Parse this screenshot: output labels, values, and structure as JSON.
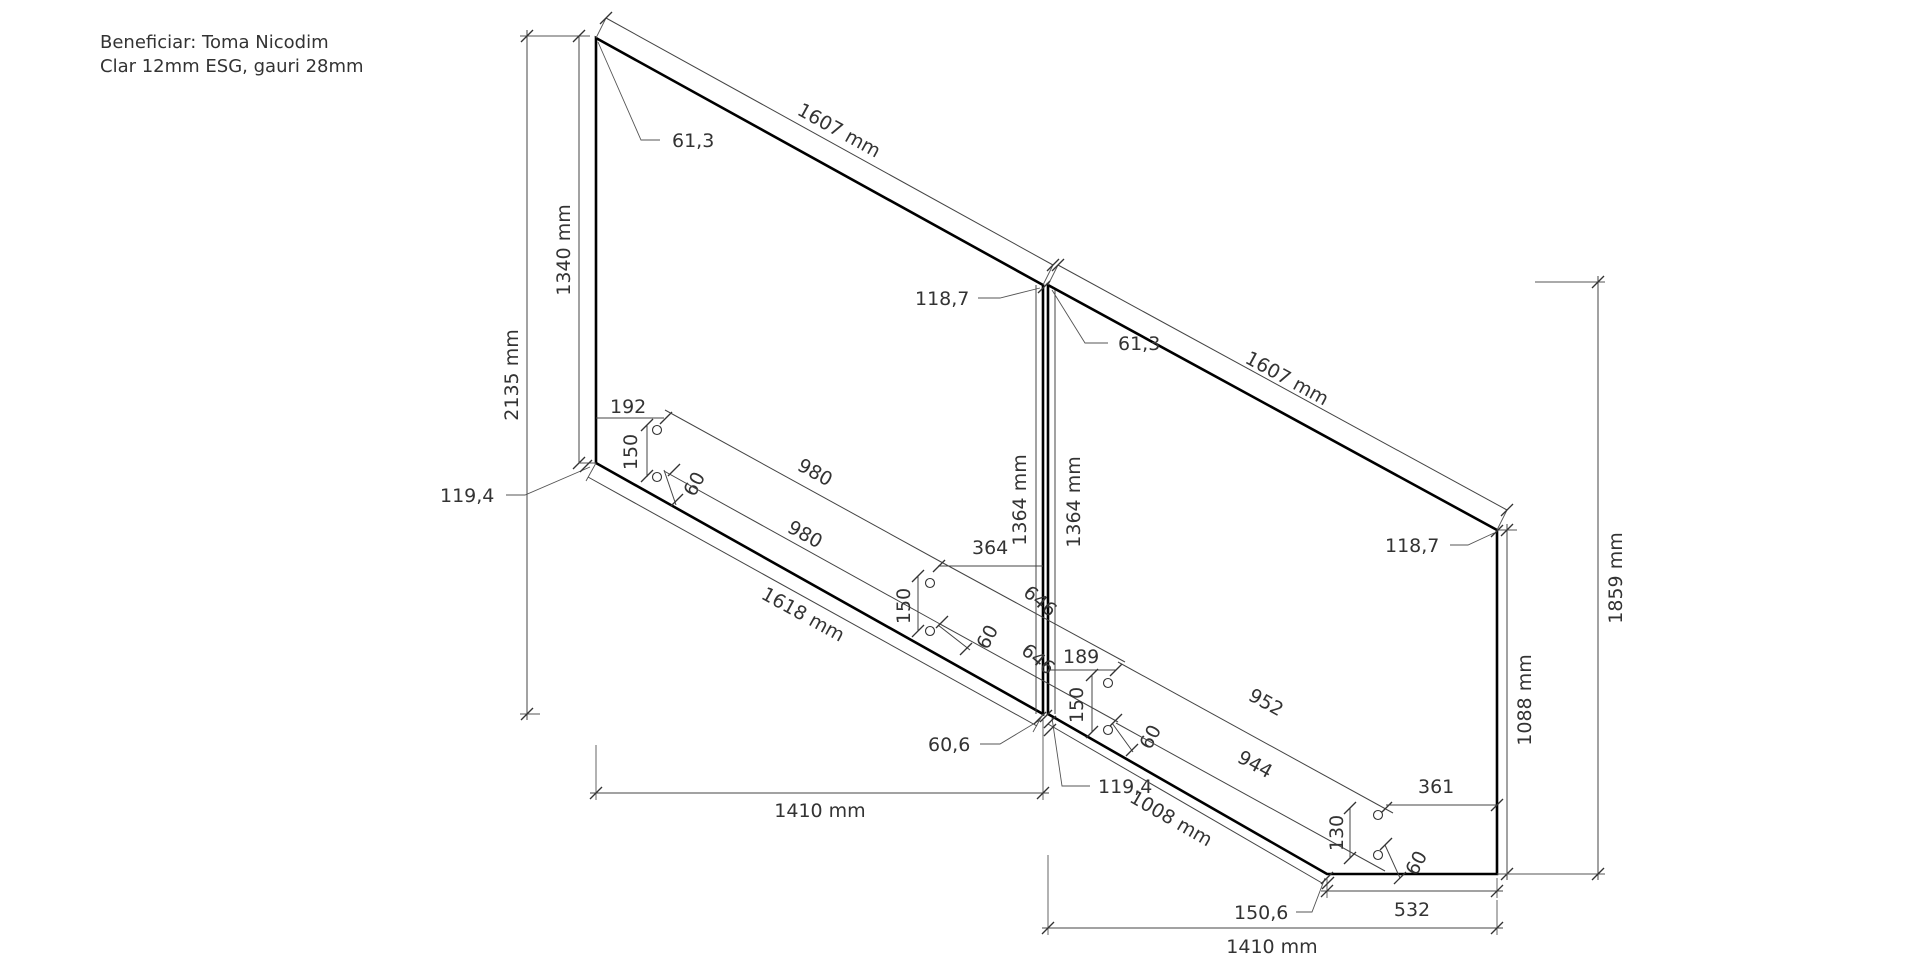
{
  "header": {
    "beneficiary": "Beneficiar: Toma Nicodim",
    "glass_spec": "Clar 12mm ESG, gauri 28mm"
  },
  "colors": {
    "outline": "#000000",
    "dimension_line": "#444444",
    "text": "#333333",
    "background": "#ffffff"
  },
  "dimensions": {
    "left_panel": {
      "top_edge": "1607 mm",
      "total_height": "2135 mm",
      "left_edge": "1340 mm",
      "right_edge": "1364 mm",
      "bottom_edge": "1618 mm",
      "top_left_angle": "61,3",
      "bottom_left_angle": "119,4",
      "top_right_angle": "118,7",
      "bottom_right_angle": "60,6",
      "hole_1_offset": "192",
      "hole_1_rise": "150",
      "hole_1_spacing": "60",
      "hole_upper_run": "980",
      "hole_lower_run": "980",
      "hole_2_offset": "364",
      "hole_2_rise": "150",
      "hole_2_spacing": "60",
      "hole_to_next_upper": "646",
      "hole_to_next_lower": "646",
      "width_projection": "1410 mm"
    },
    "right_panel": {
      "top_edge": "1607 mm",
      "left_edge": "1364 mm",
      "right_edge": "1088 mm",
      "total_height": "1859 mm",
      "bottom_slope": "1008 mm",
      "bottom_flat": "532",
      "top_left_angle": "61,3",
      "top_right_angle": "118,7",
      "bottom_left_angle": "119,4",
      "bottom_corner_angle": "150,6",
      "hole_1_offset": "189",
      "hole_1_rise": "150",
      "hole_1_spacing": "60",
      "hole_upper_run": "952",
      "hole_lower_run": "944",
      "hole_2_offset": "361",
      "hole_2_rise": "130",
      "hole_2_spacing": "60",
      "width_projection": "1410 mm"
    }
  }
}
